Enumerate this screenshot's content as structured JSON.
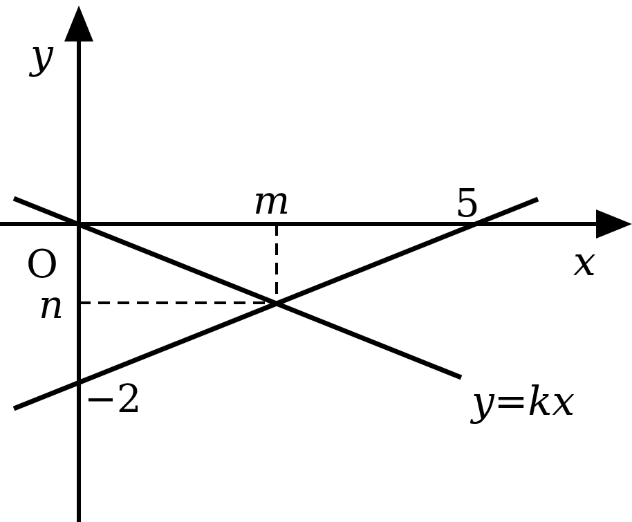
{
  "labels": {
    "y_axis": "y",
    "x_axis": "x",
    "origin": "O",
    "m": "m",
    "n": "n",
    "five": "5",
    "minus_two": "−2",
    "line_label": "y=kx"
  },
  "colors": {
    "stroke": "#000000",
    "background": "#ffffff"
  }
}
